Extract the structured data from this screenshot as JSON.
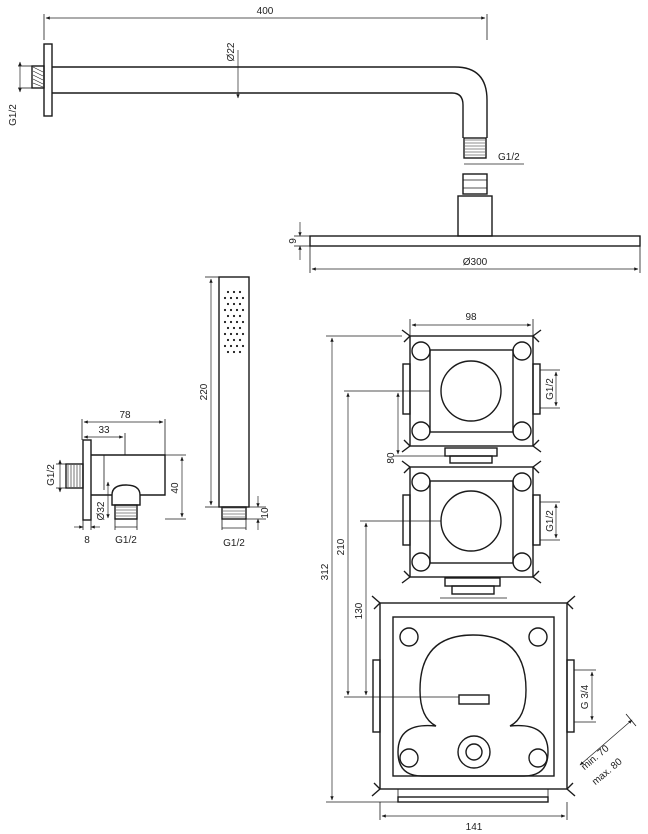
{
  "colors": {
    "stroke": "#1a1a1a",
    "background": "#ffffff"
  },
  "shower_arm": {
    "length": "400",
    "diameter": "Ø22",
    "wall_thread": "G1/2",
    "head_thread": "G1/2"
  },
  "shower_head": {
    "height": "9",
    "diameter": "Ø300"
  },
  "hand_shower": {
    "length": "220",
    "thread_length": "10",
    "thread": "G1/2"
  },
  "wall_outlet": {
    "total_depth": "78",
    "offset": "33",
    "height": "40",
    "diameter": "Ø32",
    "wall_thread": "G1/2",
    "outlet_thread": "G1/2",
    "flange_thickness": "8"
  },
  "valve_body": {
    "upper_width": "98",
    "upper_thread_1": "G1/2",
    "upper_thread_2": "G1/2",
    "spacing_upper": "80",
    "spacing_mid": "210",
    "spacing_lower": "130",
    "total_height": "312",
    "inlet_thread": "G 3/4",
    "depth_min": "min. 70",
    "depth_max": "max. 80",
    "lower_width": "141"
  }
}
